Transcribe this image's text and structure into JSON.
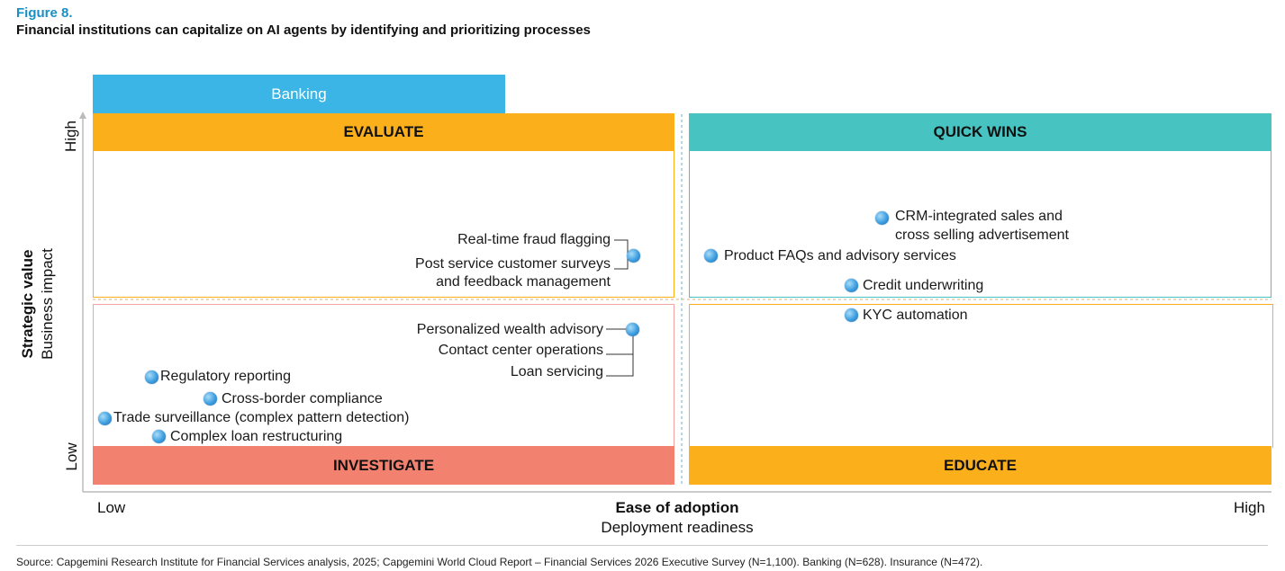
{
  "figure_label": "Figure 8.",
  "title": "Financial institutions can capitalize on AI agents by identifying and prioritizing processes",
  "tab": "Banking",
  "quadrants": {
    "top_left": "EVALUATE",
    "top_right": "QUICK WINS",
    "bottom_left": "INVESTIGATE",
    "bottom_right": "EDUCATE"
  },
  "colors": {
    "tab": "#3ab5e6",
    "evaluate": "#fbb01b",
    "quick_wins": "#47c4c2",
    "investigate": "#f38170",
    "educate": "#fbb01b",
    "bubble": "#3d9ee0"
  },
  "axes": {
    "x_low": "Low",
    "x_high": "High",
    "x_title": "Ease of adoption",
    "x_subtitle": "Deployment readiness",
    "y_low": "Low",
    "y_high": "High",
    "y_title": "Strategic value",
    "y_subtitle": "Business impact"
  },
  "chart_data": {
    "type": "scatter",
    "points": [
      {
        "label": "Real-time fraud flagging",
        "quadrant": "EVALUATE"
      },
      {
        "label": "Post service customer surveys and feedback management",
        "quadrant": "EVALUATE"
      },
      {
        "label": "CRM-integrated sales and cross selling advertisement",
        "quadrant": "QUICK WINS"
      },
      {
        "label": "Product FAQs and advisory services",
        "quadrant": "QUICK WINS"
      },
      {
        "label": "Credit underwriting",
        "quadrant": "QUICK WINS"
      },
      {
        "label": "KYC automation",
        "quadrant": "EDUCATE"
      },
      {
        "label": "Personalized wealth advisory",
        "quadrant": "INVESTIGATE"
      },
      {
        "label": "Contact center operations",
        "quadrant": "INVESTIGATE"
      },
      {
        "label": "Loan servicing",
        "quadrant": "INVESTIGATE"
      },
      {
        "label": "Regulatory reporting",
        "quadrant": "INVESTIGATE"
      },
      {
        "label": "Cross-border compliance",
        "quadrant": "INVESTIGATE"
      },
      {
        "label": "Trade surveillance (complex pattern detection)",
        "quadrant": "INVESTIGATE"
      },
      {
        "label": "Complex loan restructuring",
        "quadrant": "INVESTIGATE"
      }
    ]
  },
  "items": {
    "fraud": "Real-time fraud flagging",
    "surveys_1": "Post service customer surveys",
    "surveys_2": "and feedback management",
    "crm_1": "CRM-integrated sales and",
    "crm_2": "cross selling advertisement",
    "faq": "Product FAQs and advisory services",
    "credit": "Credit underwriting",
    "kyc": "KYC automation",
    "wealth": "Personalized wealth advisory",
    "contact": "Contact center operations",
    "loan": "Loan servicing",
    "regulatory": "Regulatory reporting",
    "crossborder": "Cross-border compliance",
    "trade": "Trade surveillance (complex pattern detection)",
    "restructuring": "Complex loan restructuring"
  },
  "source": "Source: Capgemini Research Institute for Financial Services analysis, 2025; Capgemini World Cloud Report – Financial Services 2026 Executive Survey (N=1,100). Banking (N=628). Insurance (N=472)."
}
